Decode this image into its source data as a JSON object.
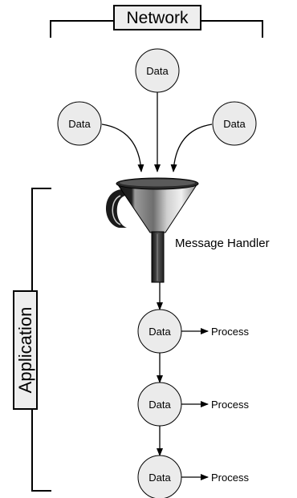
{
  "network": {
    "label": "Network"
  },
  "application": {
    "label": "Application"
  },
  "handler": {
    "label": "Message Handler"
  },
  "incoming": [
    {
      "label": "Data"
    },
    {
      "label": "Data"
    },
    {
      "label": "Data"
    }
  ],
  "pipeline": [
    {
      "label": "Data",
      "process": "Process"
    },
    {
      "label": "Data",
      "process": "Process"
    },
    {
      "label": "Data",
      "process": "Process"
    }
  ],
  "colors": {
    "node_fill": "#ebebeb",
    "stroke": "#000000",
    "funnel_dark": "#1a1a1a",
    "funnel_mid": "#777777",
    "funnel_light": "#d6d6d6"
  }
}
